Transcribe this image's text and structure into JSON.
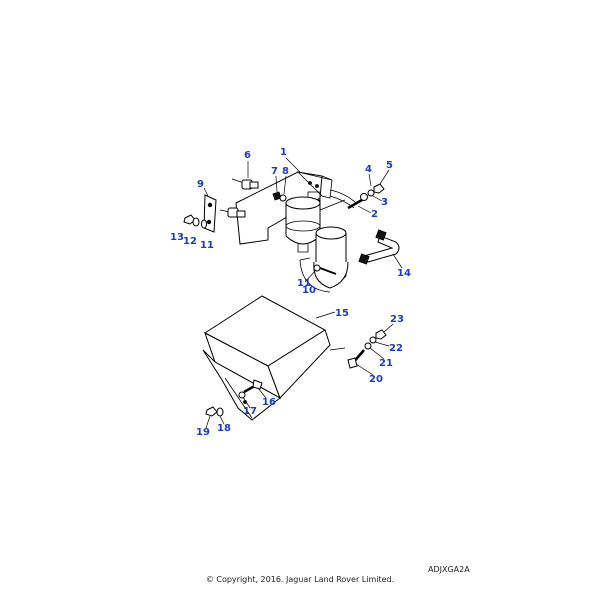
{
  "diagram": {
    "callouts": [
      {
        "id": "1",
        "label": "1"
      },
      {
        "id": "2",
        "label": "2"
      },
      {
        "id": "3",
        "label": "3"
      },
      {
        "id": "4",
        "label": "4"
      },
      {
        "id": "5",
        "label": "5"
      },
      {
        "id": "6",
        "label": "6"
      },
      {
        "id": "7",
        "label": "7"
      },
      {
        "id": "8",
        "label": "8"
      },
      {
        "id": "9",
        "label": "9"
      },
      {
        "id": "10",
        "label": "10"
      },
      {
        "id": "11a",
        "label": "11"
      },
      {
        "id": "11b",
        "label": "11"
      },
      {
        "id": "12",
        "label": "12"
      },
      {
        "id": "13",
        "label": "13"
      },
      {
        "id": "14",
        "label": "14"
      },
      {
        "id": "15",
        "label": "15"
      },
      {
        "id": "16",
        "label": "16"
      },
      {
        "id": "17",
        "label": "17"
      },
      {
        "id": "18",
        "label": "18"
      },
      {
        "id": "19",
        "label": "19"
      },
      {
        "id": "20",
        "label": "20"
      },
      {
        "id": "21",
        "label": "21"
      },
      {
        "id": "22",
        "label": "22"
      },
      {
        "id": "23",
        "label": "23"
      }
    ],
    "callout_color": "#1a3cc8"
  },
  "footer": {
    "reference_code": "ADJXGA2A",
    "copyright": "© Copyright, 2016. Jaguar Land Rover Limited."
  }
}
